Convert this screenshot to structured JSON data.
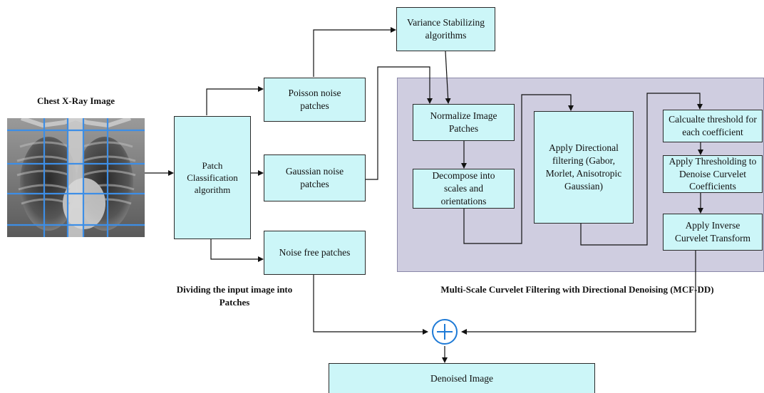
{
  "labels": {
    "xray_title": "Chest X-Ray Image",
    "dividing_caption": "Dividing the input image into Patches",
    "mcf_caption": "Multi-Scale Curvelet Filtering with Directional Denoising (MCF-DD)"
  },
  "boxes": {
    "patch_classification": "Patch Classification algorithm",
    "poisson": "Poisson noise patches",
    "gaussian": "Gaussian noise patches",
    "noise_free": "Noise free patches",
    "variance_stabilizing": "Variance Stabilizing algorithms",
    "normalize": "Normalize Image Patches",
    "decompose": "Decompose into scales and orientations",
    "directional": "Apply Directional filtering (Gabor, Morlet, Anisotropic Gaussian)",
    "threshold_calc": "Calcualte threshold for each coefficient",
    "thresholding": "Apply Thresholding to Denoise Curvelet Coefficients",
    "inverse_curvelet": "Apply Inverse Curvelet Transform",
    "denoised": "Denoised Image"
  },
  "colors": {
    "box_fill": "#ccf6f8",
    "panel_fill": "#cfcde0",
    "grid_line": "#3d8ee6",
    "summation_circle": "#1e7ad6"
  },
  "icons": {
    "summation": "circle-plus-icon"
  }
}
